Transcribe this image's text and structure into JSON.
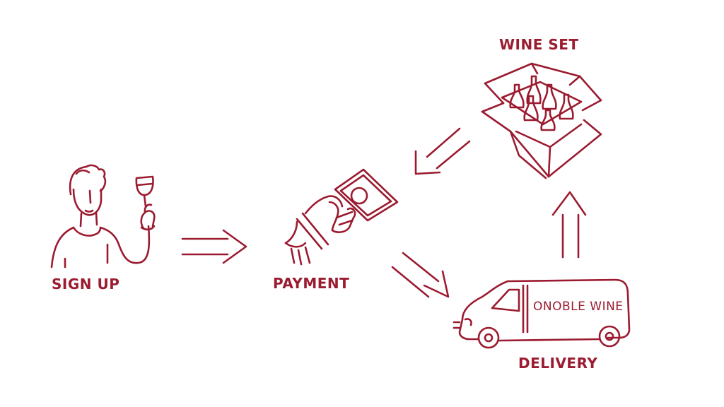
{
  "colors": {
    "ink": "#9b1b30",
    "background": "#ffffff"
  },
  "steps": {
    "sign_up": "SIGN UP",
    "payment": "PAYMENT",
    "wine_set": "WINE SET",
    "delivery": "DELIVERY"
  },
  "van_lettering": "ONOBLE WINE",
  "illustrations": {
    "sign_up": "person-holding-wine-glass",
    "payment": "hand-holding-banknote",
    "wine_set": "open-box-of-wine-bottles",
    "delivery": "delivery-van"
  }
}
